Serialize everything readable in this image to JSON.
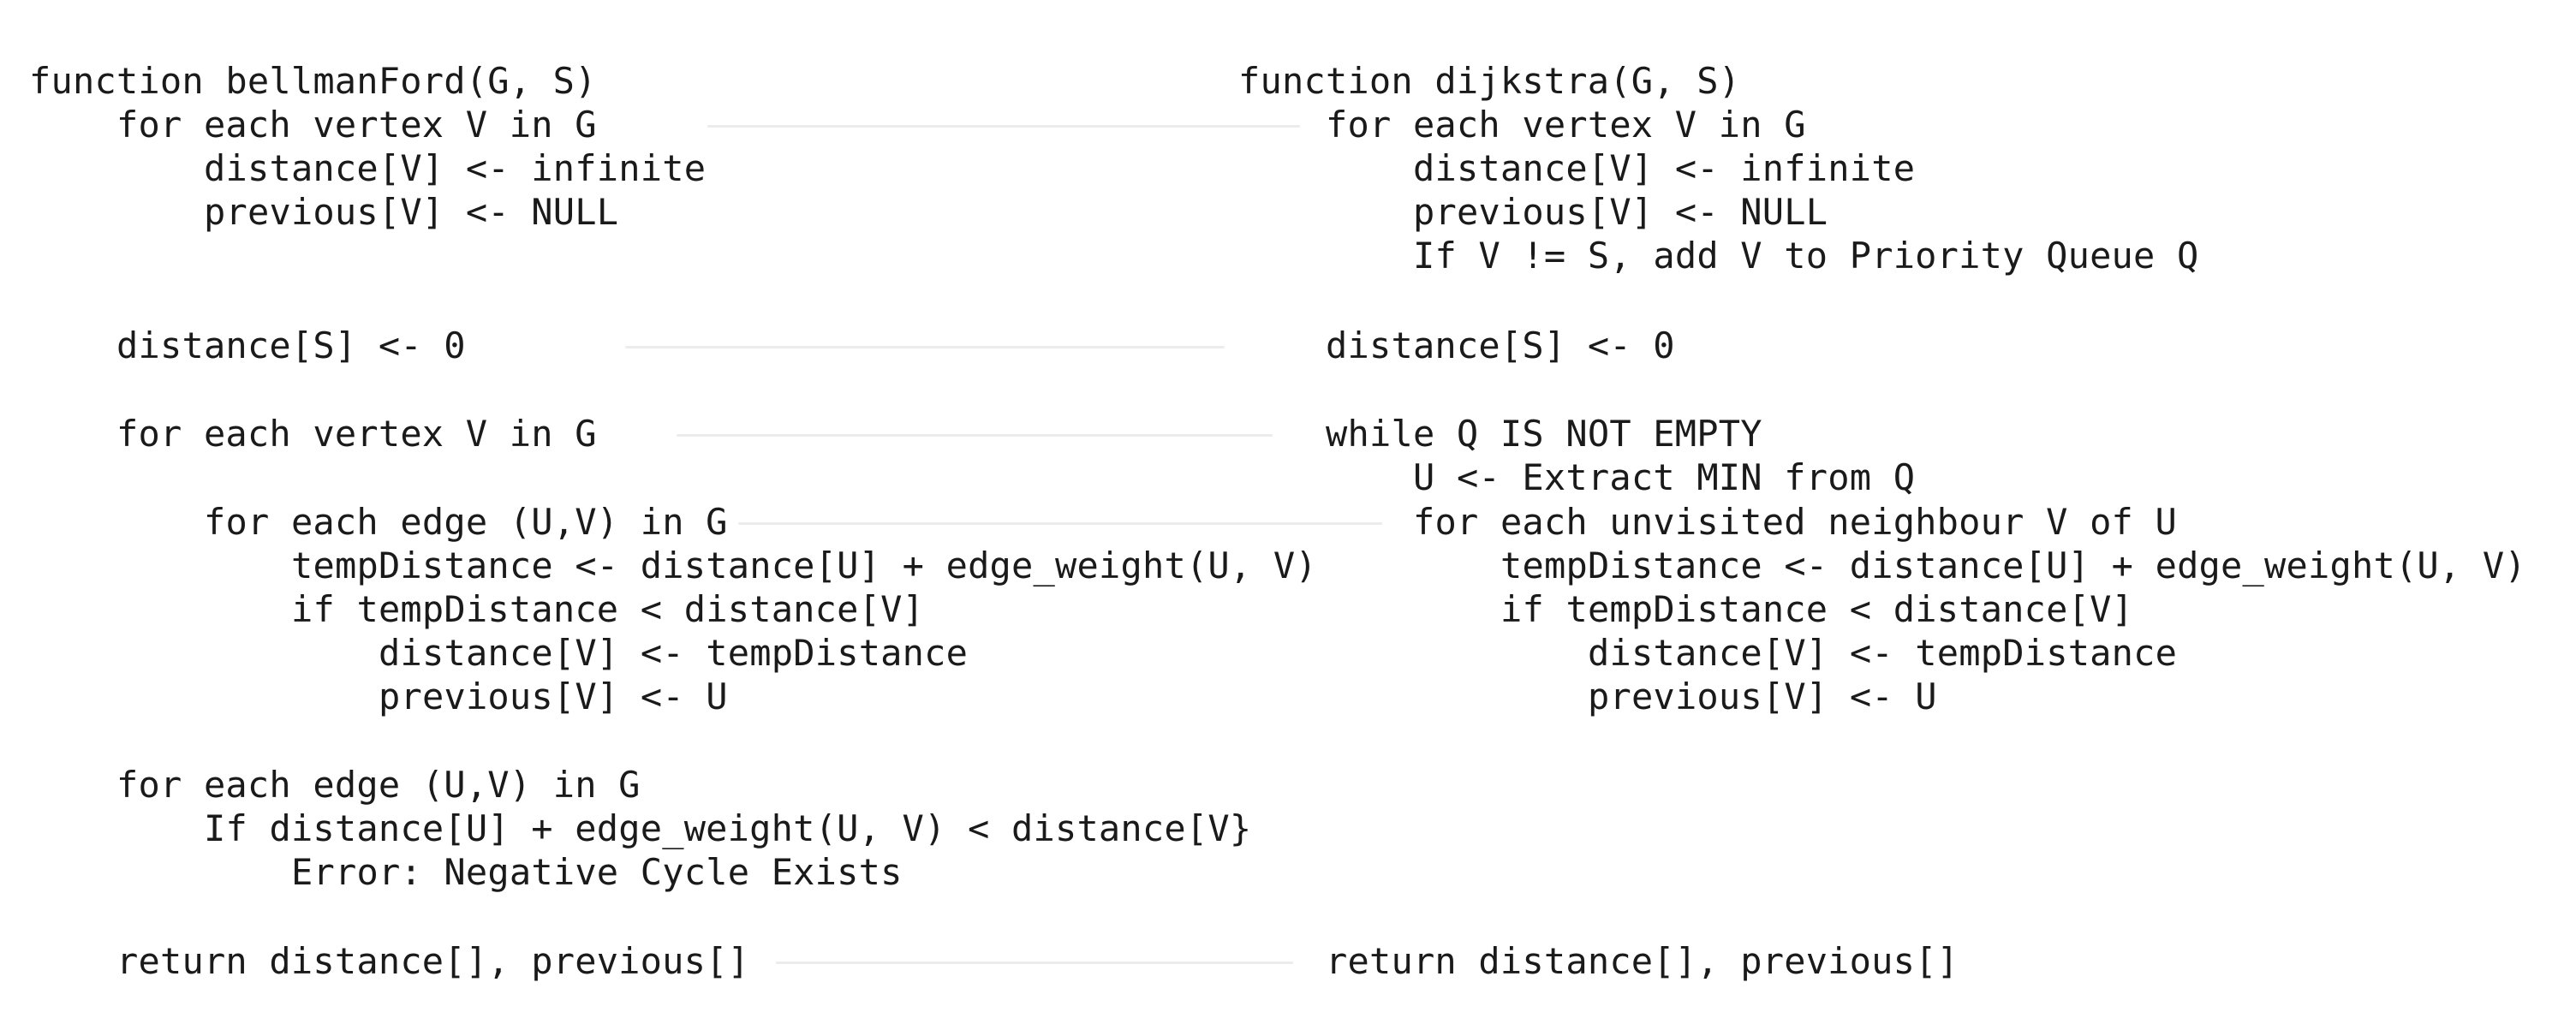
{
  "bellman_ford": {
    "l01": "function bellmanFord(G, S)",
    "l02": "for each vertex V in G",
    "l03": "distance[V] <- infinite",
    "l04": "previous[V] <- NULL",
    "l05": "distance[S] <- 0",
    "l06": "for each vertex V in G",
    "l07": "for each edge (U,V) in G",
    "l08": "tempDistance <- distance[U] + edge_weight(U, V)",
    "l09": "if tempDistance < distance[V]",
    "l10": "distance[V] <- tempDistance",
    "l11": "previous[V] <- U",
    "l12": "for each edge (U,V) in G",
    "l13": "If distance[U] + edge_weight(U, V) < distance[V}",
    "l14": "Error: Negative Cycle Exists",
    "l15": "return distance[], previous[]"
  },
  "dijkstra": {
    "l01": "function dijkstra(G, S)",
    "l02": "for each vertex V in G",
    "l03": "distance[V] <- infinite",
    "l04": "previous[V] <- NULL",
    "l05": "If V != S, add V to Priority Queue Q",
    "l06": "distance[S] <- 0",
    "l07": "while Q IS NOT EMPTY",
    "l08": "U <- Extract MIN from Q",
    "l09": "for each unvisited neighbour V of U",
    "l10": "tempDistance <- distance[U] + edge_weight(U, V)",
    "l11": "if tempDistance < distance[V]",
    "l12": "distance[V] <- tempDistance",
    "l13": "previous[V] <- U",
    "l14": "return distance[], previous[]"
  }
}
